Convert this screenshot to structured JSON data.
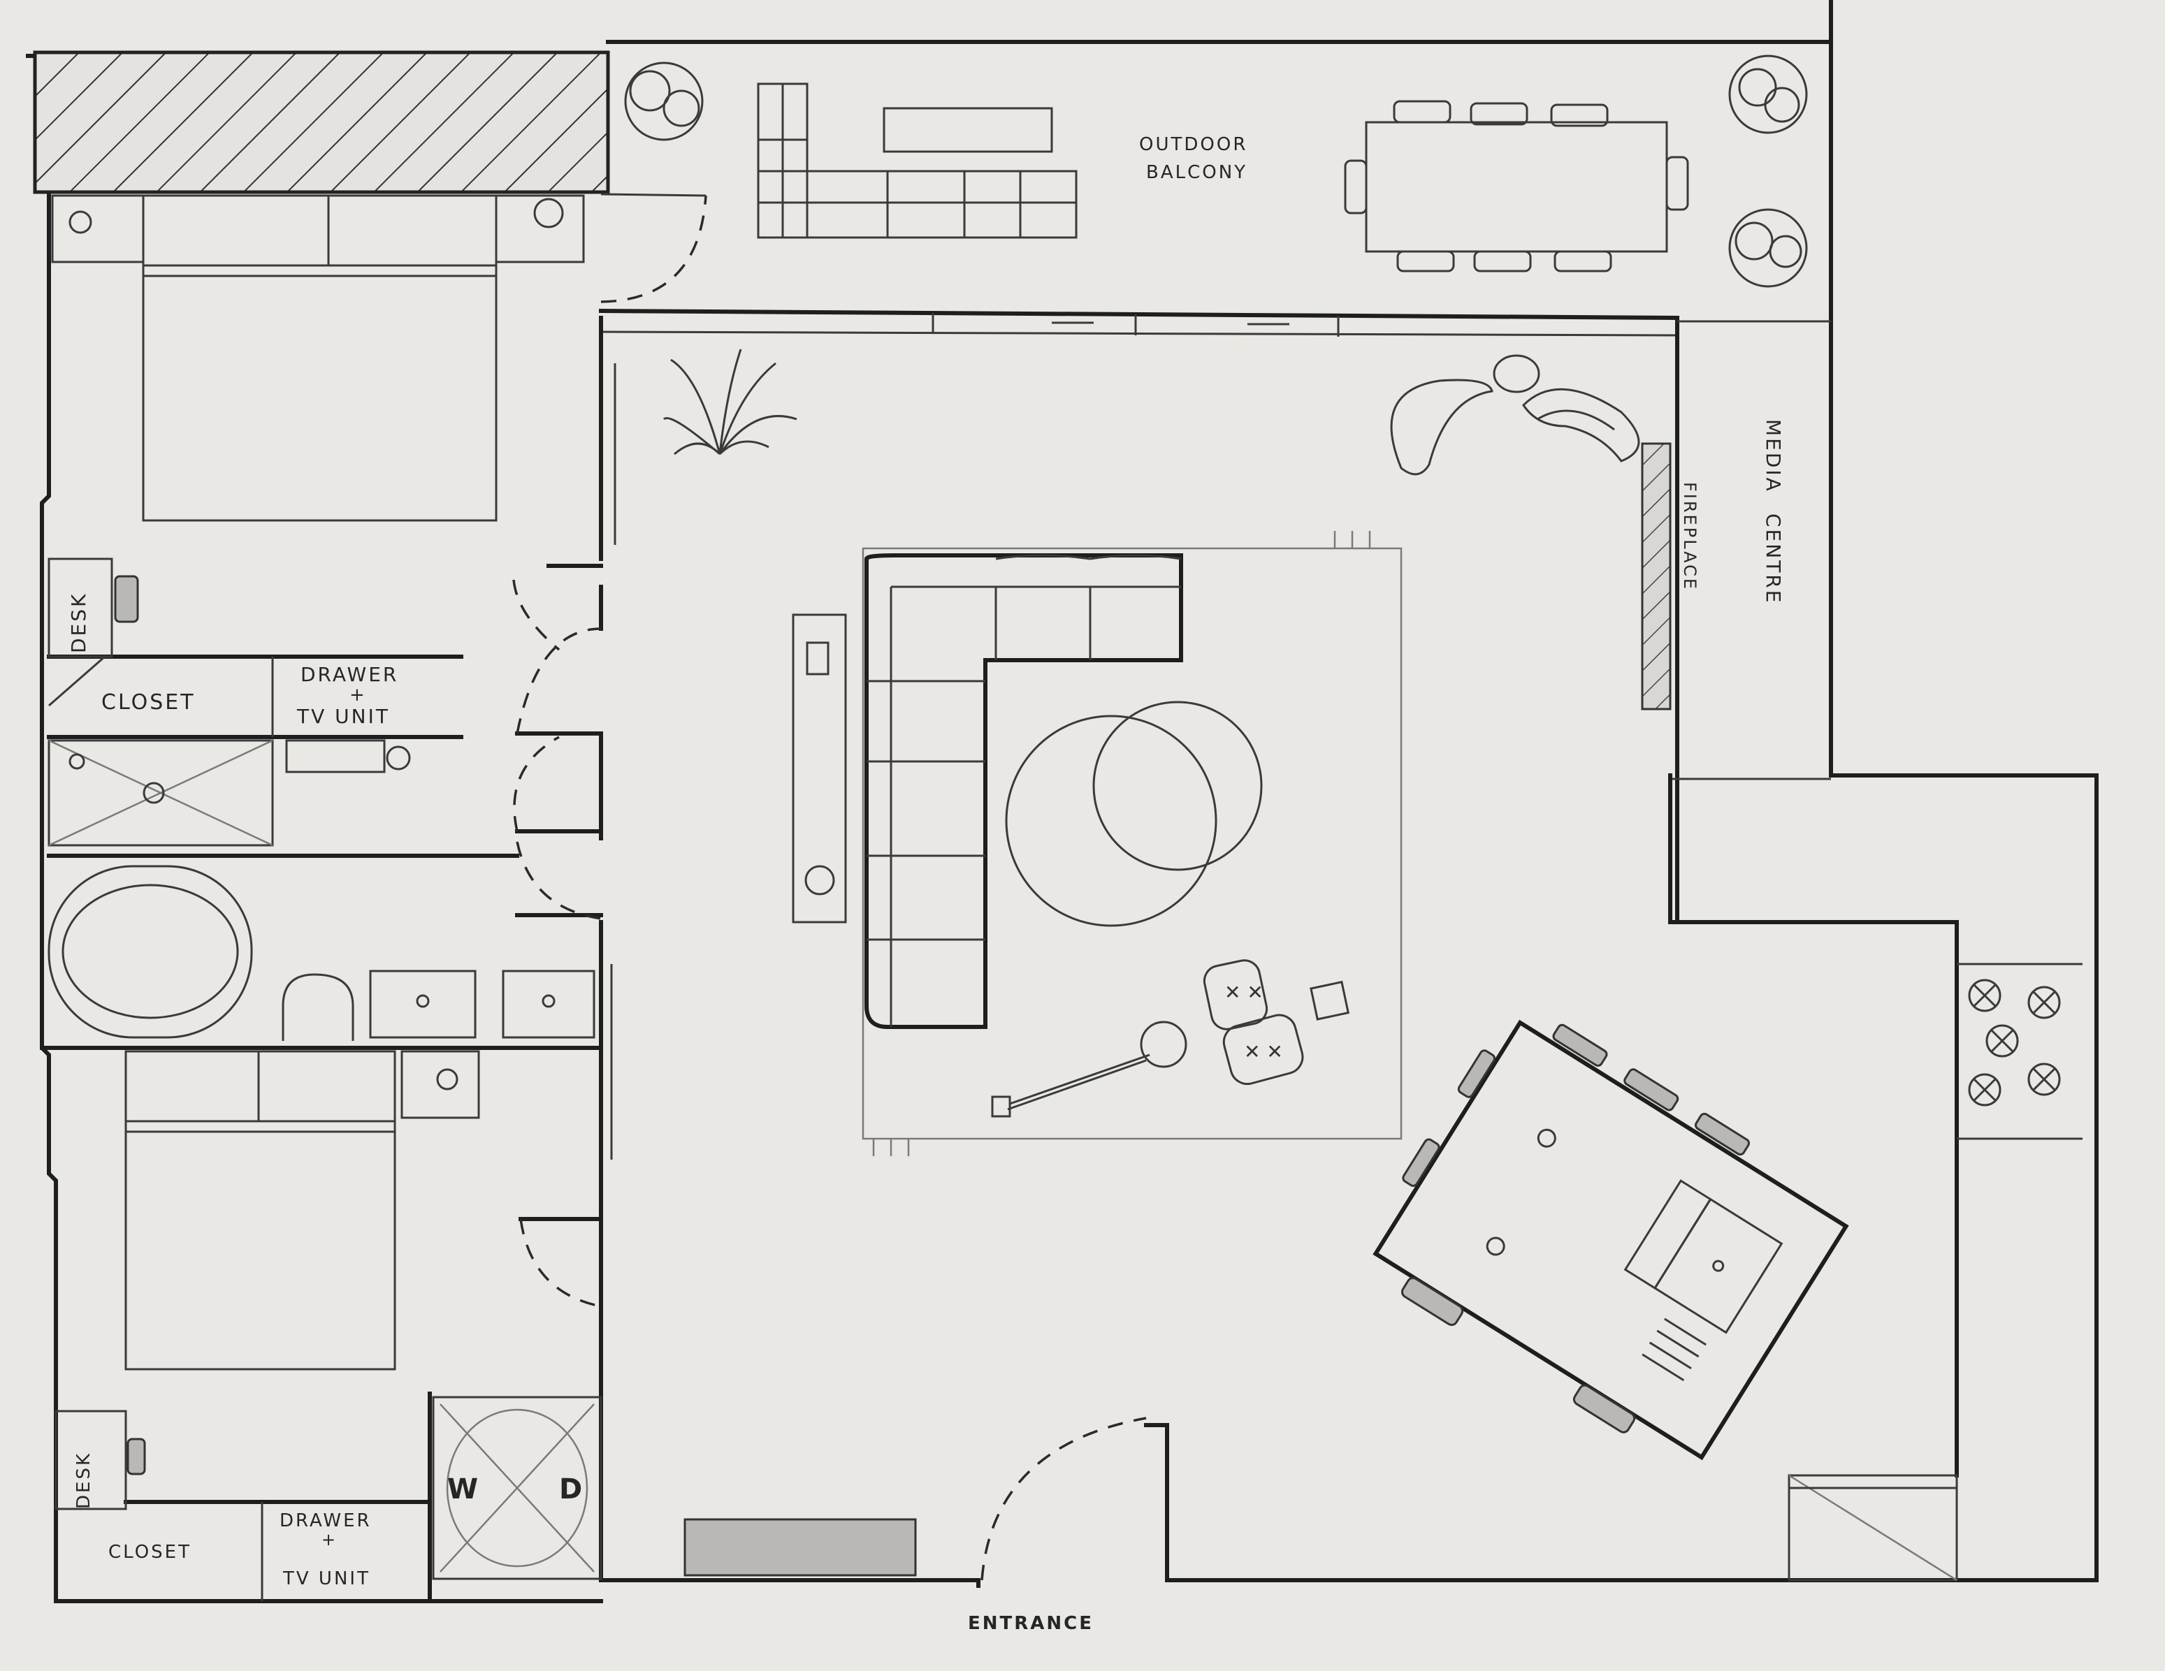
{
  "labels": {
    "balcony_line1": "OUTDOOR",
    "balcony_line2": "BALCONY",
    "media_line1": "MEDIA",
    "media_line2": "CENTRE",
    "fireplace": "FIREPLACE",
    "desk_top": "DESK",
    "desk_bottom": "DESK",
    "closet_top": "CLOSET",
    "closet_bottom": "CLOSET",
    "drawer_top_line1": "DRAWER",
    "drawer_top_line2": "+",
    "drawer_top_line3": "TV UNIT",
    "drawer_bottom_line1": "DRAWER",
    "drawer_bottom_line2": "+",
    "drawer_bottom_line3": "TV UNIT",
    "washer": "W",
    "dryer": "D",
    "entrance": "ENTRANCE"
  },
  "colors": {
    "paper": "#e9e8e4",
    "pencil": "#1e1e1e",
    "shading": "#b9b8b4"
  }
}
